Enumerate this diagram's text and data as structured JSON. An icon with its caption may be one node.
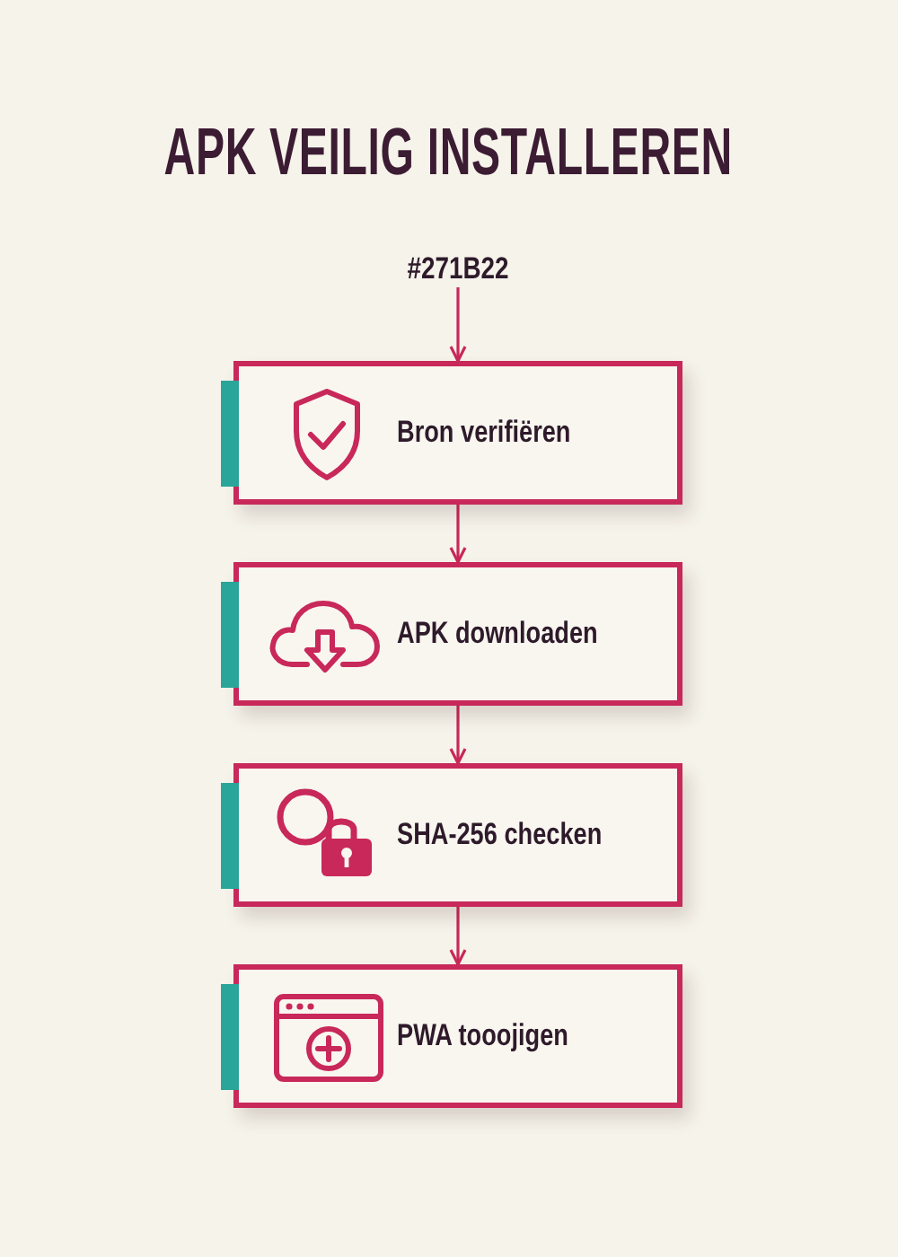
{
  "diagram": {
    "title": "APK VEILIG INSTALLEREN",
    "nodes": [
      {
        "text": [
          "#271B22"
        ]
      },
      {
        "text": [
          "Bron verifiëren"
        ]
      },
      {
        "text": [
          "APK downloaden"
        ]
      },
      {
        "text": [
          "SHA-256 checken"
        ]
      },
      {
        "text": [
          "PWA tooojigen"
        ]
      }
    ],
    "edges": [
      {
        "from": 0,
        "to": 1,
        "arrow": "to"
      },
      {
        "from": 1,
        "to": 2,
        "arrow": "to"
      },
      {
        "from": 2,
        "to": 3,
        "arrow": "to"
      },
      {
        "from": 3,
        "to": 4,
        "arrow": "to"
      }
    ]
  }
}
